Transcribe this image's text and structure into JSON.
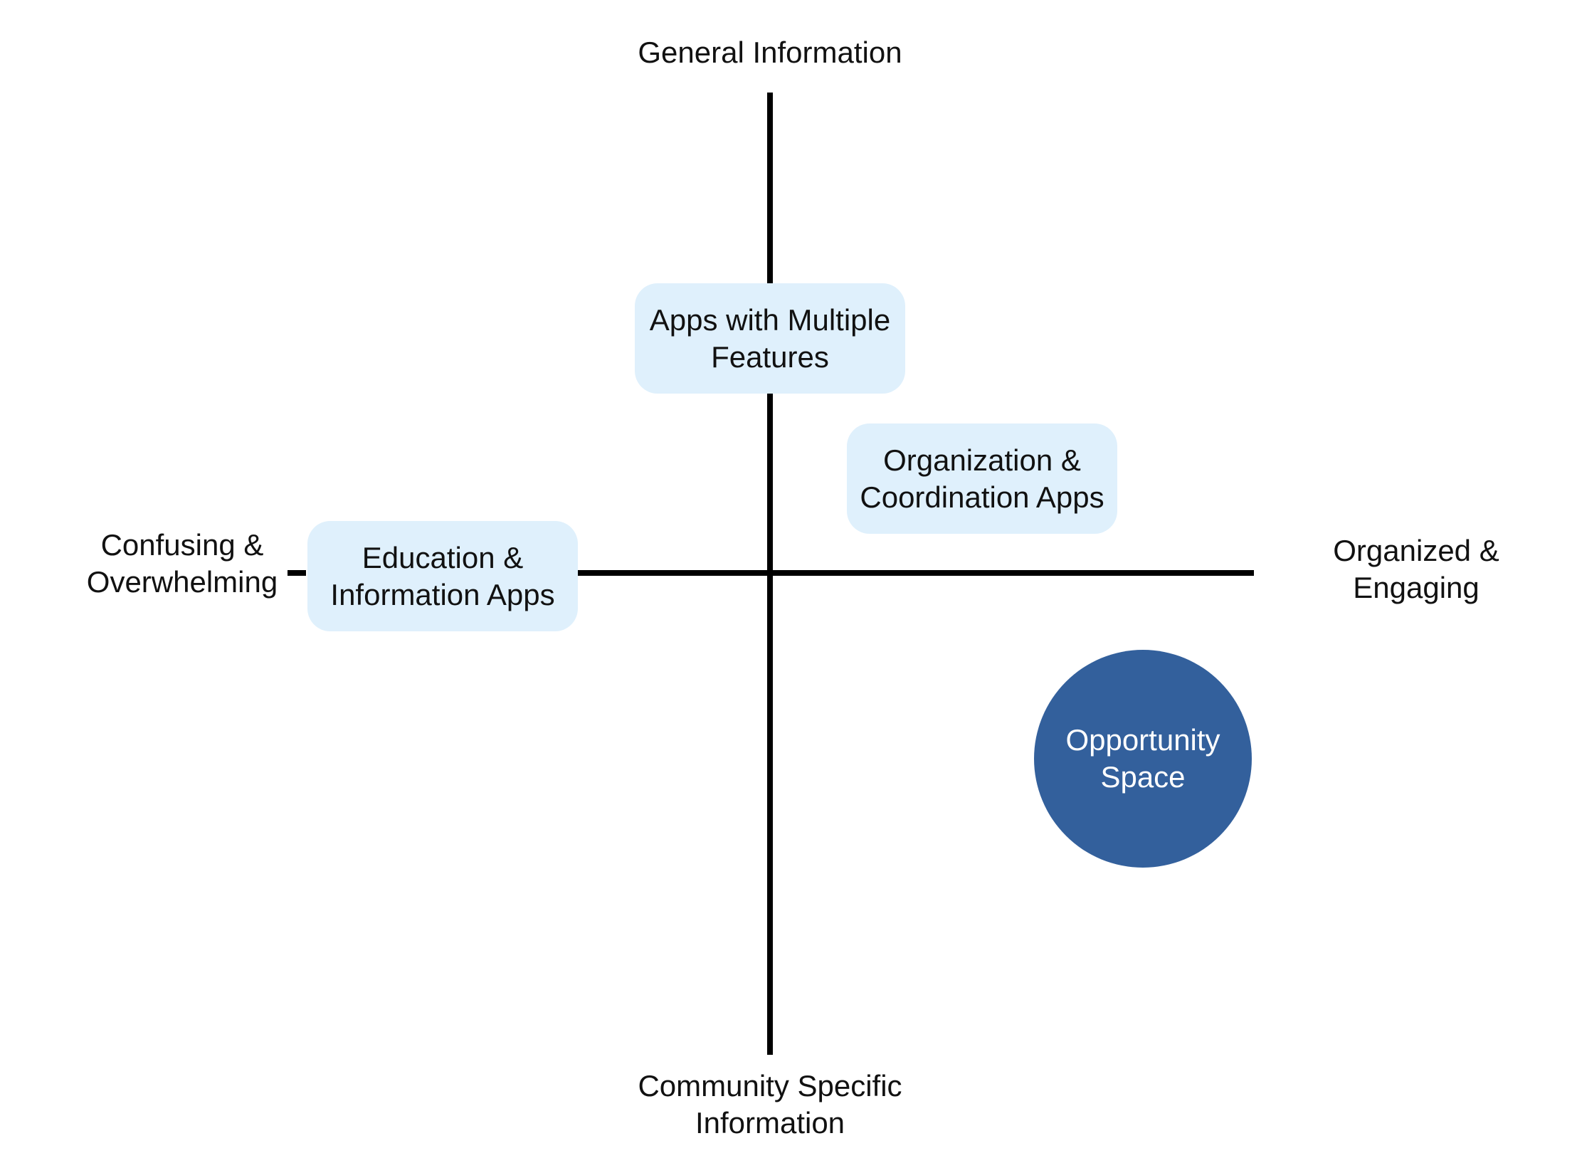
{
  "axes": {
    "top_label": "General Information",
    "bottom_label": "Community Specific\nInformation",
    "left_label": "Confusing &\nOverwhelming",
    "right_label": "Organized &\nEngaging"
  },
  "categories": [
    {
      "label": "Apps with Multiple\nFeatures"
    },
    {
      "label": "Organization &\nCoordination Apps"
    },
    {
      "label": "Education &\nInformation Apps"
    }
  ],
  "opportunity": {
    "label": "Opportunity\nSpace"
  },
  "colors": {
    "box_fill": "#dff0fc",
    "circle_fill": "#33609c",
    "axis": "#000000"
  }
}
